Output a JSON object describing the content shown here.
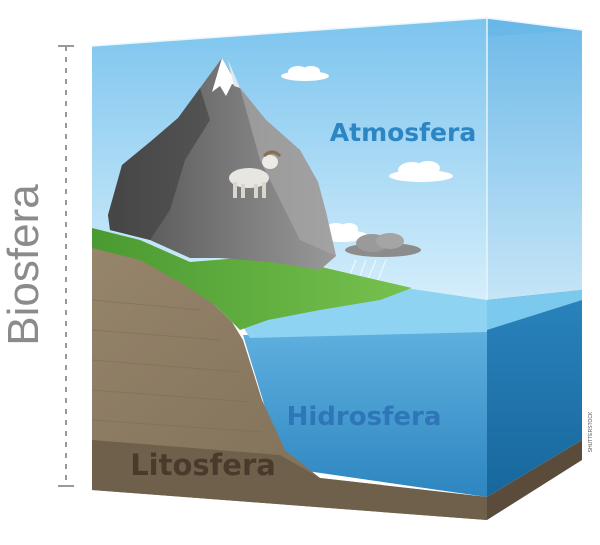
{
  "labels": {
    "atmosphere": "Atmosfera",
    "hydrosphere": "Hidrosfera",
    "lithosphere": "Litosfera",
    "biosphere": "Biosfera"
  },
  "watermark": "SHUTTERSTOCK",
  "colors": {
    "sky_top": "#8ecdf0",
    "sky_bottom": "#c9e9fa",
    "water_surface": "#72c3ea",
    "water_front": "#2f90c8",
    "water_side": "#1f74ab",
    "soil": "#8a7a62",
    "soil_dark": "#5f5140",
    "grass": "#5cae3b",
    "rock": "#6f6f6f",
    "atmosphere_label": "#2d86c4",
    "hydrosphere_label": "#2e76b8",
    "lithosphere_label": "#4a3a2c",
    "biosphere_label": "#8b8b8b"
  }
}
